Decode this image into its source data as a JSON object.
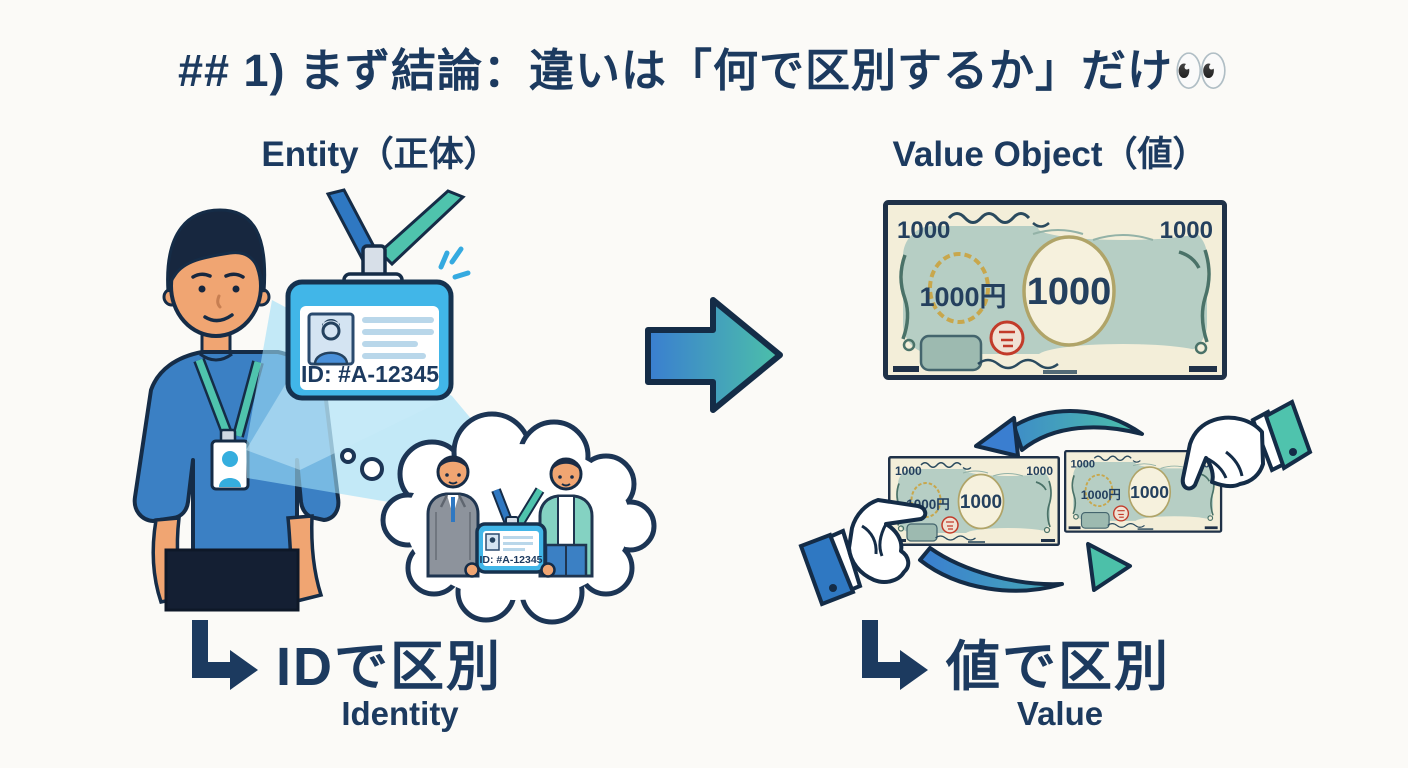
{
  "page": {
    "background": "#fbfaf7"
  },
  "title": {
    "text": "## 1) まず結論：違いは「何で区別するか」だけ👀"
  },
  "left": {
    "header": "Entity（正体）",
    "badge_id": "ID: #A-12345",
    "thought_badge_id": "ID: #A-12345",
    "conclusion": "IDで区別",
    "conclusion_sub": "Identity"
  },
  "right": {
    "header": "Value Object（値）",
    "banknote": {
      "corner_value": "1000",
      "yen_label": "1000円",
      "center_value": "1000"
    },
    "conclusion": "値で区別",
    "conclusion_sub": "Value"
  },
  "colors": {
    "page_bg": "#fbfaf7",
    "navy": "#1c3a5f",
    "outline": "#152c47",
    "badge_blue": "#41b6e8",
    "lanyard_teal": "#4fc3ad",
    "lanyard_blue": "#2f78c2",
    "shirt_blue": "#3b80c4",
    "skin": "#f0a572",
    "hair": "#17273f",
    "beam_blue": "#9edef6",
    "arrow_blue": "#3a7ed0",
    "arrow_teal": "#4cc0a9",
    "note_cream": "#f3eed9",
    "note_teal": "#b6cec4",
    "note_gold": "#c8a74c",
    "seal_red": "#c23b2a",
    "suit_gray": "#8d939c",
    "cardigan_teal": "#84d2c2"
  }
}
